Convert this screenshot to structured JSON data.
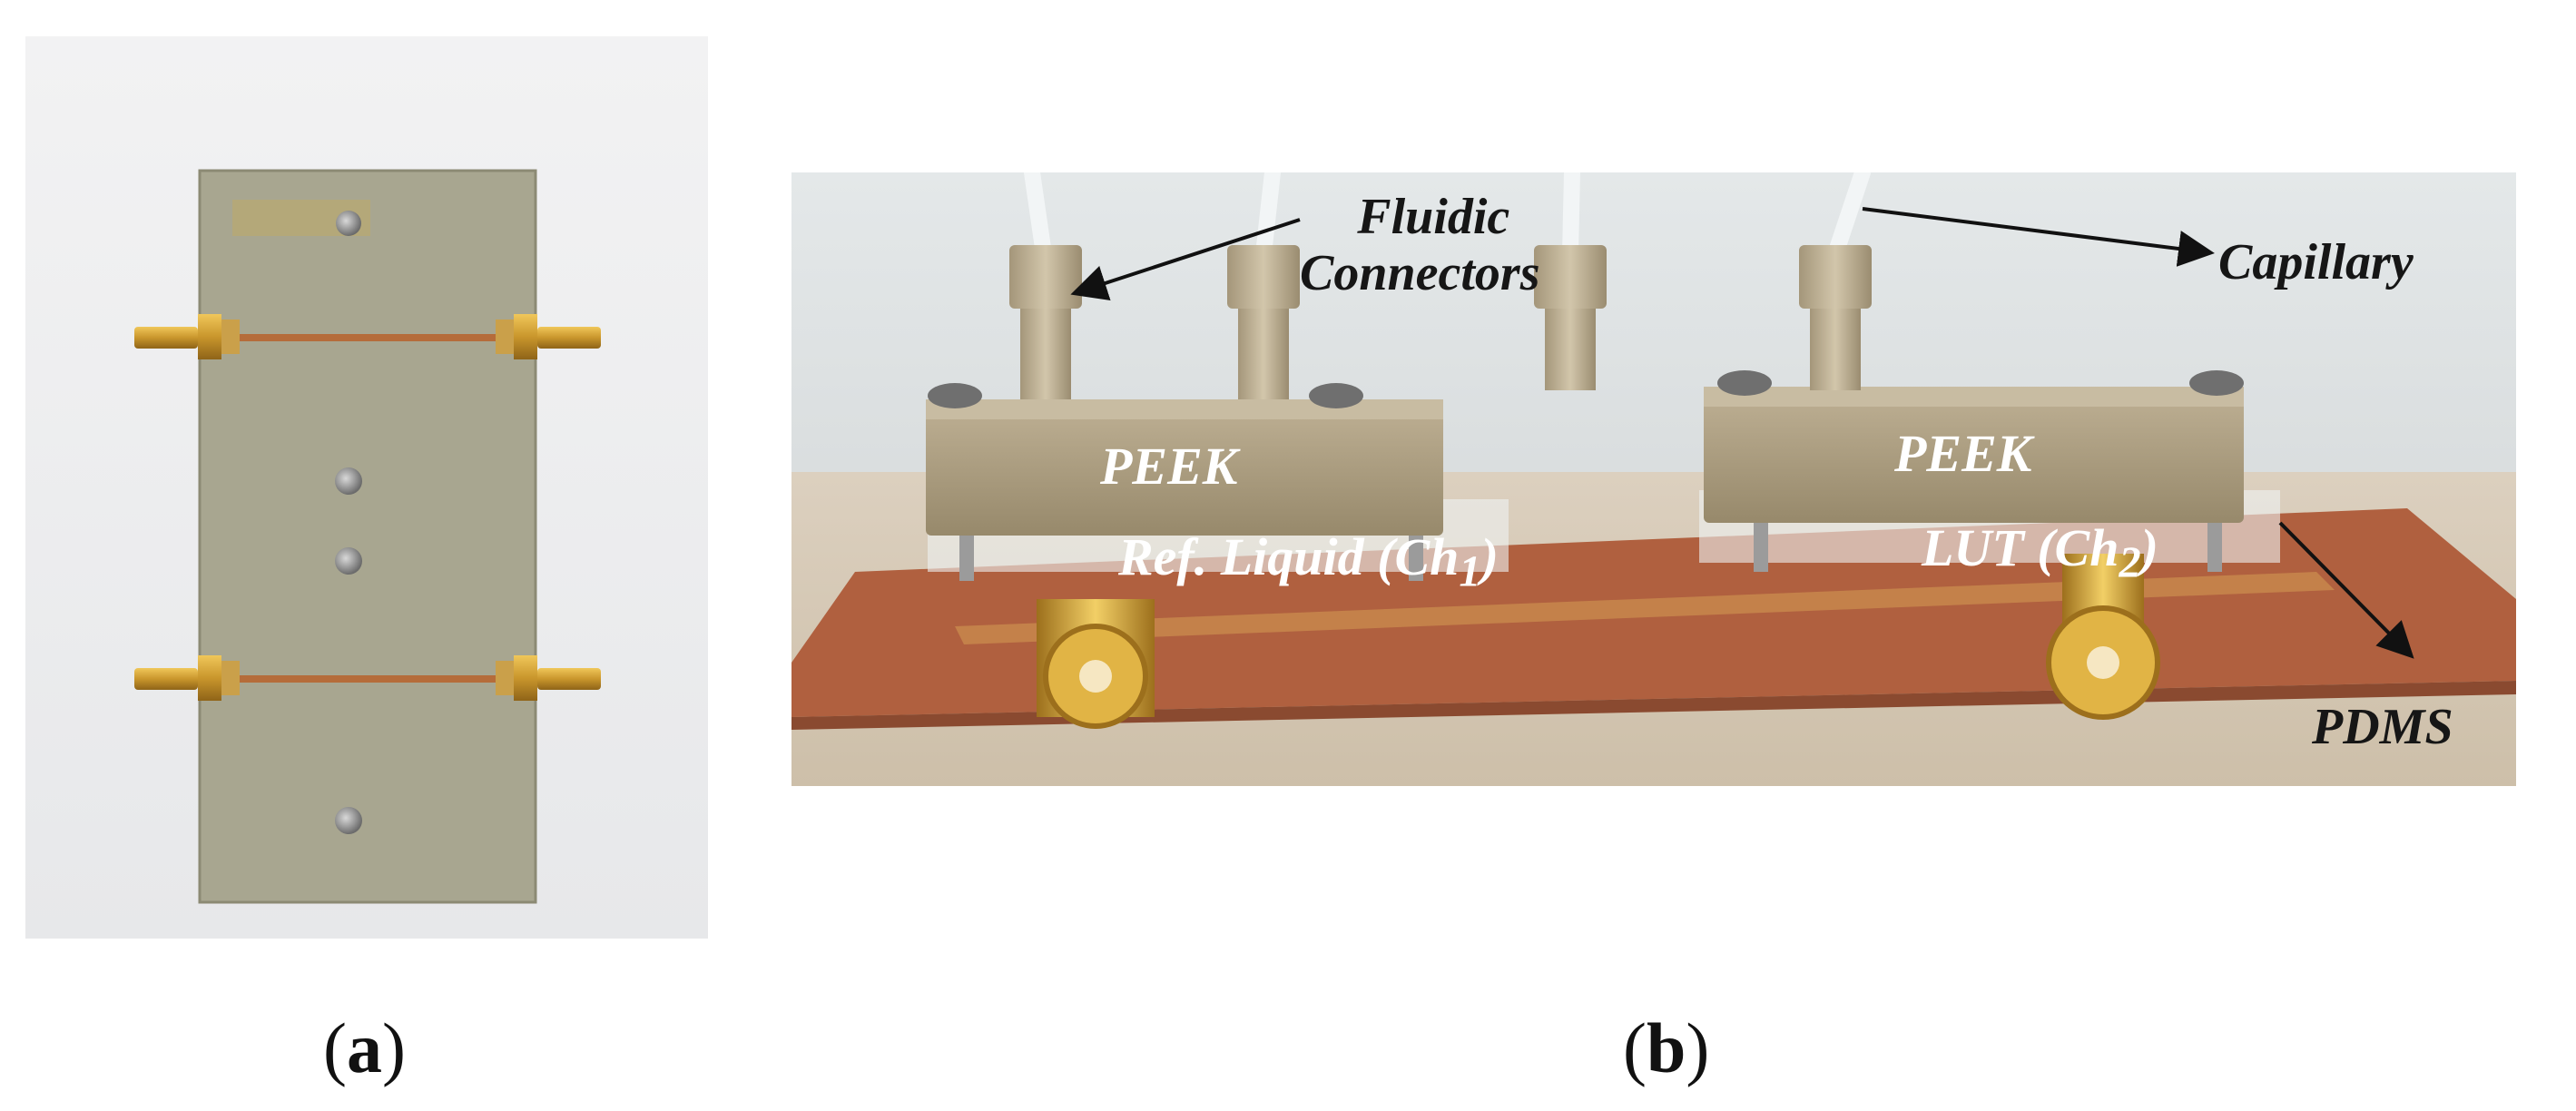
{
  "figure": {
    "panel_a": {
      "caption": {
        "open": "(",
        "letter": "a",
        "close": ")"
      }
    },
    "panel_b": {
      "caption": {
        "open": "(",
        "letter": "b",
        "close": ")"
      },
      "labels": {
        "fluidic_connectors_line1": "Fluidic",
        "fluidic_connectors_line2": "Connectors",
        "capillary": "Capillary",
        "peek_left": "PEEK",
        "peek_right": "PEEK",
        "ref_liquid_prefix": "Ref. Liquid (Ch",
        "ref_liquid_sub": "1",
        "ref_liquid_suffix": ")",
        "lut_prefix": "LUT (Ch",
        "lut_sub": "2",
        "lut_suffix": ")",
        "pdms": "PDMS"
      }
    }
  }
}
